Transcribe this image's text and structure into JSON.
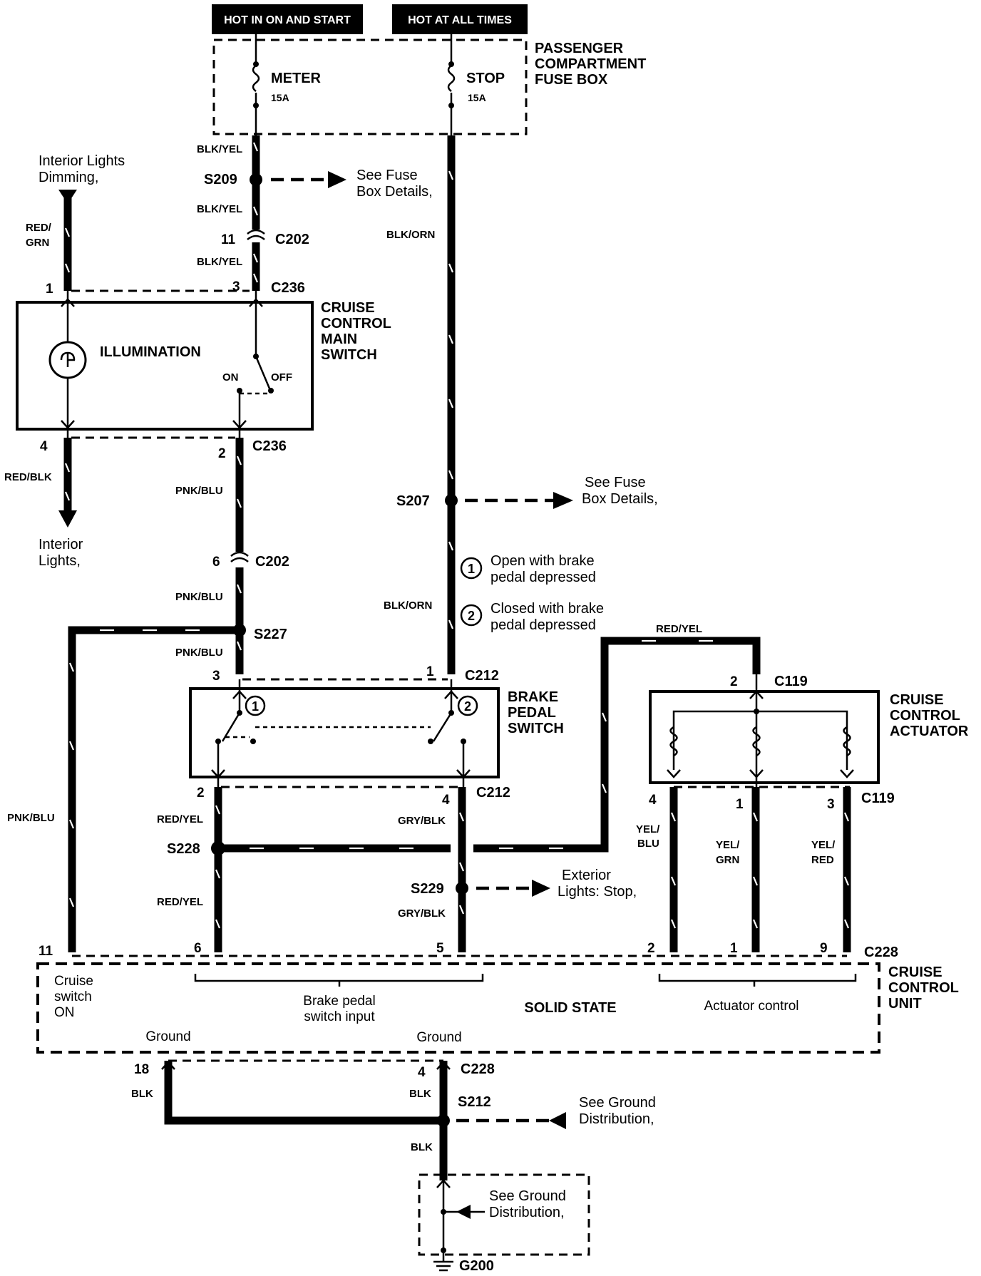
{
  "header": {
    "hot_in_on_start": "HOT IN ON AND START",
    "hot_at_all_times": "HOT AT ALL TIMES"
  },
  "fuse_box": {
    "name_lines": [
      "PASSENGER",
      "COMPARTMENT",
      "FUSE BOX"
    ],
    "meter_label": "METER",
    "meter_rating": "15A",
    "stop_label": "STOP",
    "stop_rating": "15A"
  },
  "wires": {
    "blk_yel": "BLK/YEL",
    "blk_orn": "BLK/ORN",
    "red_grn": "RED/ GRN",
    "red_blk": "RED/BLK",
    "pnk_blu": "PNK/BLU",
    "red_yel": "RED/YEL",
    "gry_blk": "GRY/BLK",
    "yel_blu": "YEL/ BLU",
    "yel_grn": "YEL/ GRN",
    "yel_red": "YEL/ RED",
    "blk": "BLK"
  },
  "splices": {
    "s209": "S209",
    "s207": "S207",
    "s227": "S227",
    "s228": "S228",
    "s229": "S229",
    "s212": "S212"
  },
  "connectors": {
    "c202": "C202",
    "c236": "C236",
    "c212": "C212",
    "c119": "C119",
    "c228": "C228",
    "g200": "G200"
  },
  "pins": {
    "c202_top": "11",
    "c236_1": "1",
    "c236_3": "3",
    "c236_4": "4",
    "c236_2": "2",
    "c202_bottom": "6",
    "c212_3": "3",
    "c212_1": "1",
    "c212_2": "2",
    "c212_4": "4",
    "c119_2": "2",
    "c119_4": "4",
    "c119_1": "1",
    "c119_3": "3",
    "c228_11": "11",
    "c228_6": "6",
    "c228_5": "5",
    "c228_2": "2",
    "c228_1": "1",
    "c228_9": "9",
    "c228_18": "18",
    "c228_4": "4"
  },
  "annotations": {
    "interior_lights_dimming_lines": [
      "Interior Lights",
      "Dimming,"
    ],
    "see_fuse_box_1_lines": [
      "See Fuse",
      "Box Details,"
    ],
    "see_fuse_box_2_lines": [
      "See Fuse",
      "Box Details,"
    ],
    "interior_lights_lines": [
      "Interior",
      "Lights,"
    ],
    "exterior_lights_stop_lines": [
      "Exterior",
      "Lights: Stop,"
    ],
    "see_ground_distribution_1_lines": [
      "See Ground",
      "Distribution,"
    ],
    "see_ground_distribution_2_lines": [
      "See Ground",
      "Distribution,"
    ]
  },
  "legend": {
    "note_1_number": "1",
    "note_1_lines": [
      "Open with brake",
      "pedal depressed"
    ],
    "note_2_number": "2",
    "note_2_lines": [
      "Closed with brake",
      "pedal depressed"
    ]
  },
  "components": {
    "main_switch_lines": [
      "CRUISE",
      "CONTROL",
      "MAIN",
      "SWITCH"
    ],
    "illumination": "ILLUMINATION",
    "switch_on": "ON",
    "switch_off": "OFF",
    "brake_switch_lines": [
      "BRAKE",
      "PEDAL",
      "SWITCH"
    ],
    "actuator_lines": [
      "CRUISE",
      "CONTROL",
      "ACTUATOR"
    ],
    "control_unit_lines": [
      "CRUISE",
      "CONTROL",
      "UNIT"
    ],
    "cruise_switch_on_lines": [
      "Cruise",
      "switch",
      "ON"
    ],
    "brake_pedal_input_lines": [
      "Brake pedal",
      "switch input"
    ],
    "solid_state": "SOLID STATE",
    "actuator_control": "Actuator control",
    "ground_left": "Ground",
    "ground_right": "Ground"
  }
}
